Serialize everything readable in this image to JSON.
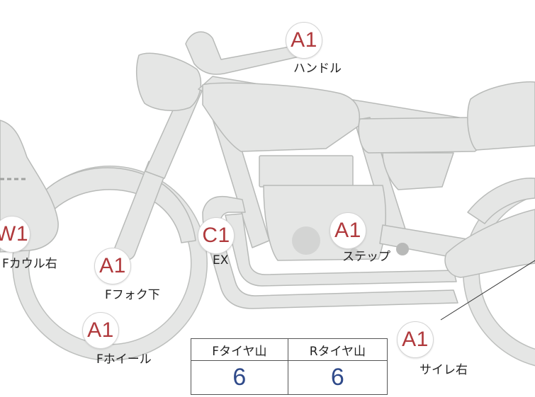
{
  "markers": [
    {
      "name": "marker-handle",
      "code": "A1",
      "label": "ハンドル"
    },
    {
      "name": "marker-f-cowl-right",
      "code": "W1",
      "label": "Fカウル右"
    },
    {
      "name": "marker-f-fork-lower",
      "code": "A1",
      "label": "Fフォク下"
    },
    {
      "name": "marker-ex",
      "code": "C1",
      "label": "EX"
    },
    {
      "name": "marker-step",
      "code": "A1",
      "label": "ステップ"
    },
    {
      "name": "marker-f-wheel",
      "code": "A1",
      "label": "Fホイール"
    },
    {
      "name": "marker-silencer-right",
      "code": "A1",
      "label": "サイレ右"
    }
  ],
  "tire_table": {
    "headers": [
      "Fタイヤ山",
      "Rタイヤ山"
    ],
    "values": [
      "6",
      "6"
    ]
  },
  "colors": {
    "marker_text": "#b0393c",
    "tire_value": "#2f4a8a",
    "bike_fill": "#e5e6e5",
    "bike_stroke": "#b8bab8"
  }
}
